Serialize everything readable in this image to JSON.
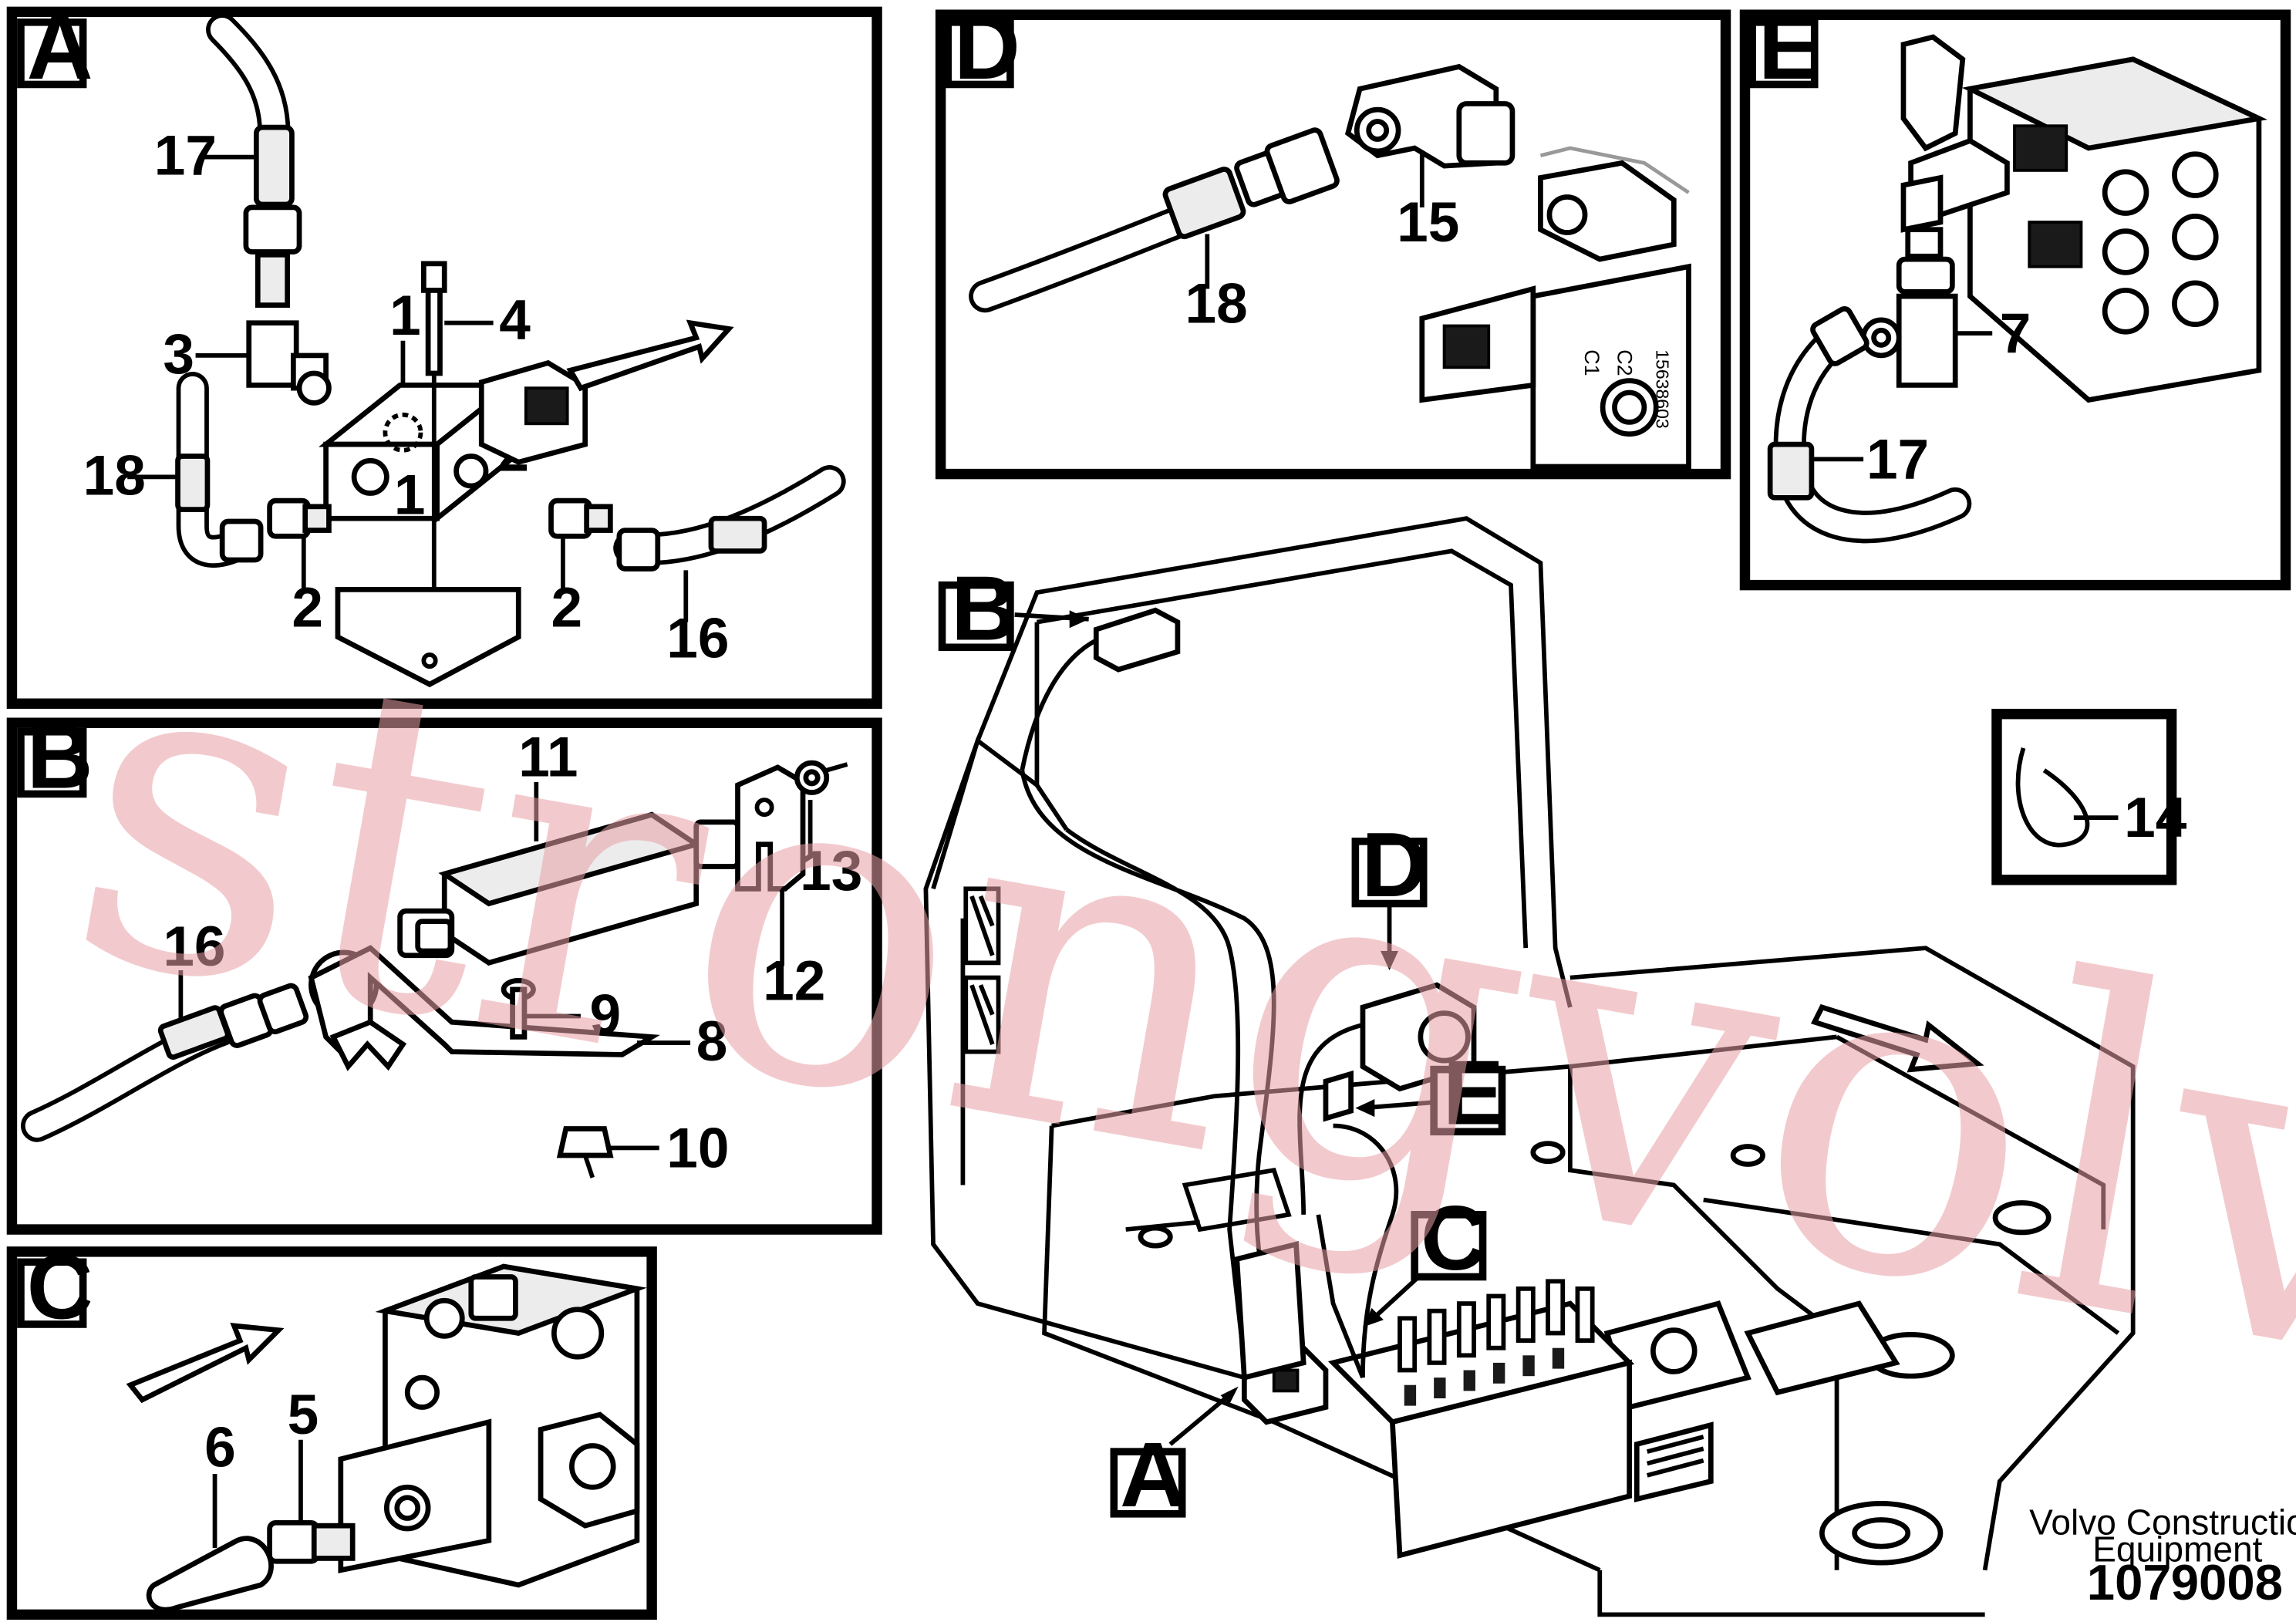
{
  "panels": {
    "A": {
      "tag": "A",
      "callouts": [
        "17",
        "3",
        "1",
        "4",
        "18",
        "2",
        "2",
        "16"
      ]
    },
    "B": {
      "tag": "B",
      "callouts": [
        "11",
        "13",
        "12",
        "16",
        "9",
        "8",
        "10"
      ]
    },
    "C": {
      "tag": "C",
      "callouts": [
        "6",
        "5"
      ]
    },
    "D": {
      "tag": "D",
      "callouts": [
        "15",
        "18"
      ]
    },
    "E": {
      "tag": "E",
      "callouts": [
        "7",
        "17"
      ]
    },
    "loose_part": {
      "callout": "14"
    }
  },
  "overview_tags": [
    "B",
    "D",
    "E",
    "C",
    "A"
  ],
  "credit": {
    "line1": "Volvo Construction",
    "line2": "Equipment",
    "doc_number": "1079008"
  },
  "watermark": "strongvolvo.com"
}
